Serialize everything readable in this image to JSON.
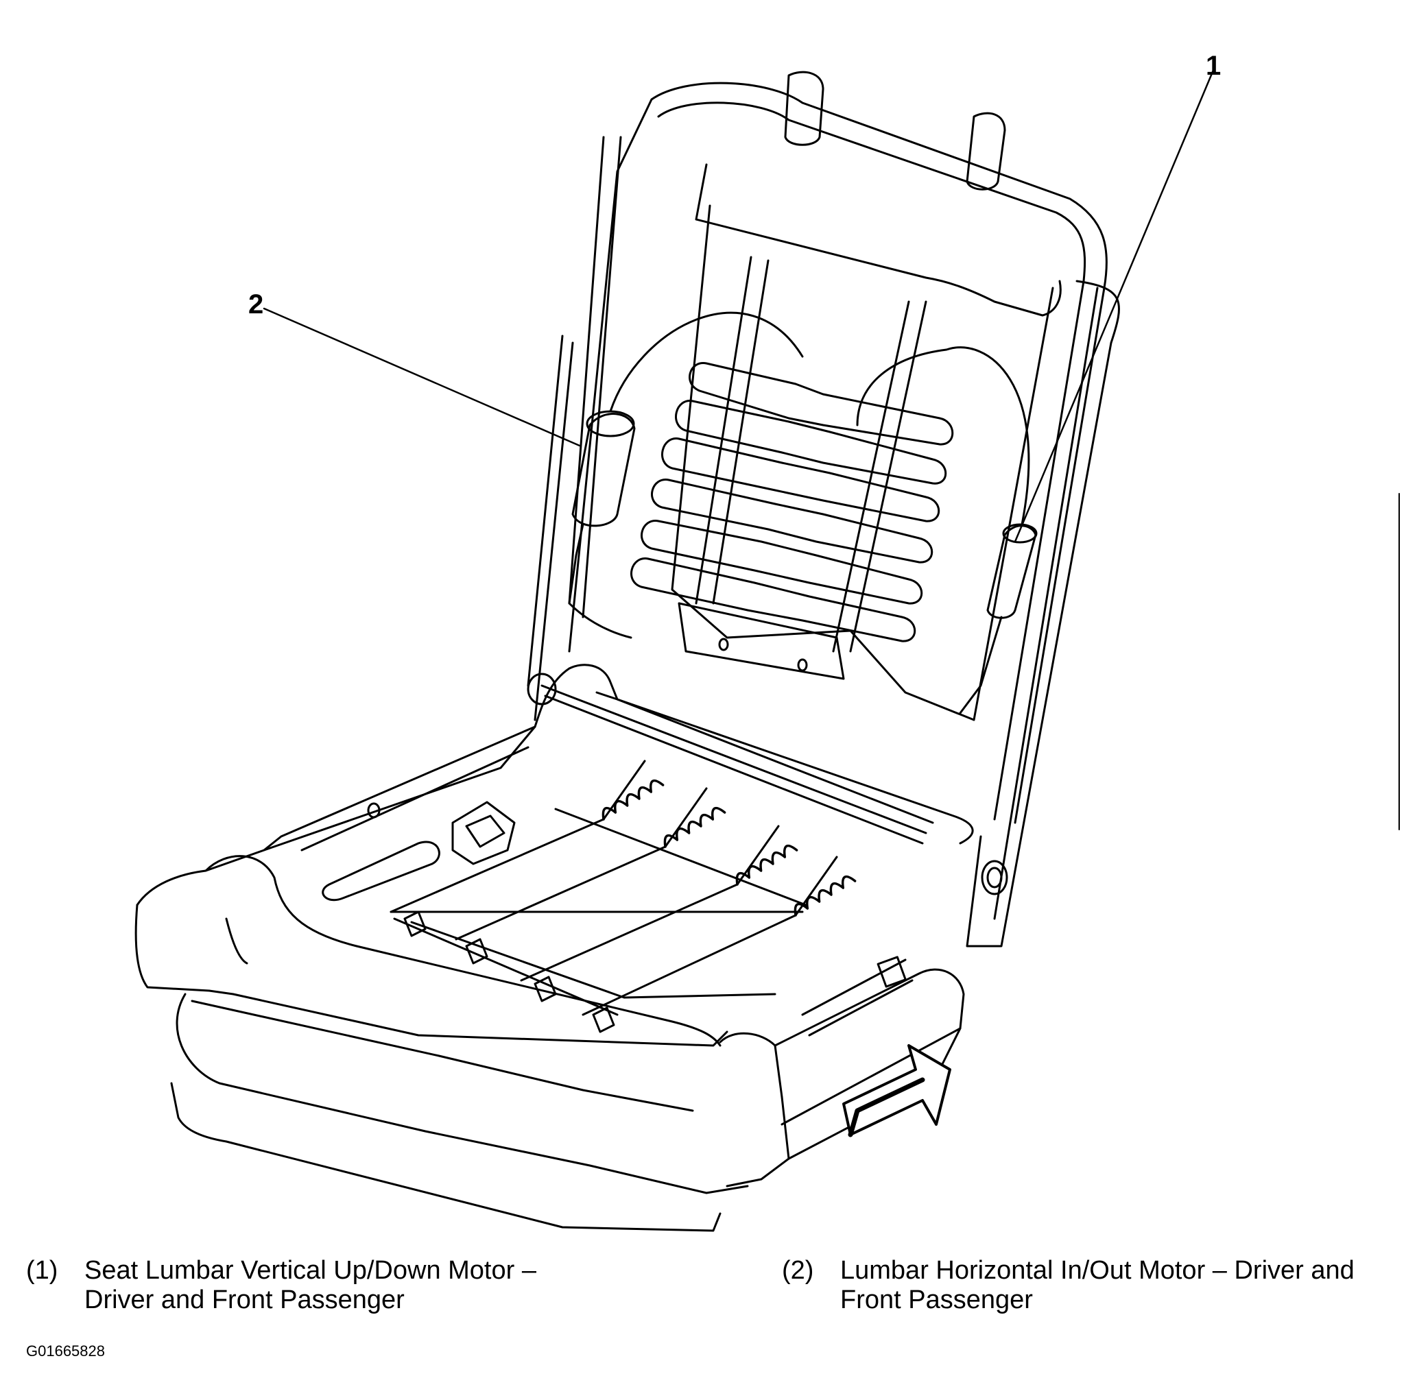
{
  "callouts": [
    {
      "number": "1"
    },
    {
      "number": "2"
    }
  ],
  "legend": [
    {
      "number": "(1)",
      "line1": "Seat Lumbar Vertical Up/Down Motor –",
      "line2": "Driver and Front Passenger"
    },
    {
      "number": "(2)",
      "line1": "Lumbar Horizontal In/Out Motor – Driver and",
      "line2": "Front Passenger"
    }
  ],
  "figure_id": "G01665828",
  "icons": [
    "front-direction-arrow-icon"
  ]
}
